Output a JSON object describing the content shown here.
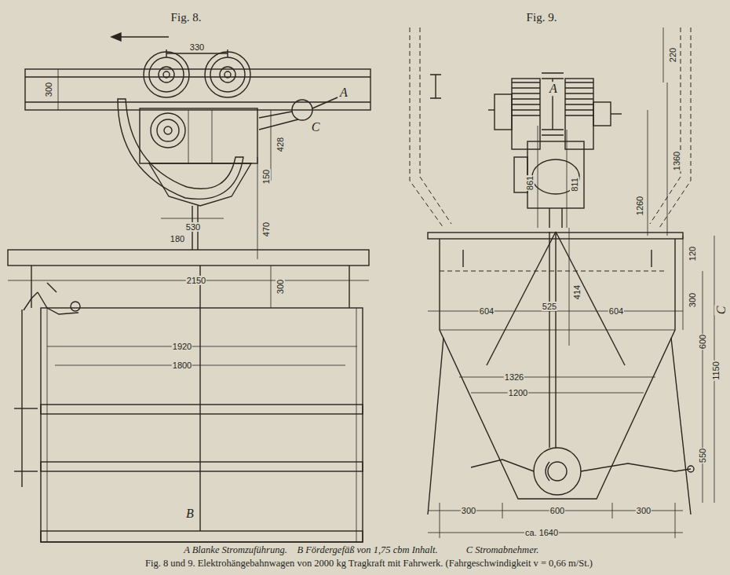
{
  "diagram": {
    "caption": "Fig. 8 und 9. Elektrohängebahnwagen von 2000 kg Tragkraft mit Fahrwerk. (Fahrgeschwindigkeit v = 0,66 m/St.)",
    "labels": [
      "Fig. 8.",
      "Fig. 9.",
      "330",
      "300",
      "A",
      "C",
      "428",
      "150",
      "470",
      "530",
      "180",
      "2150",
      "300",
      "1920",
      "1800",
      "B",
      "220",
      "1360",
      "A",
      "861",
      "811",
      "1260",
      "414",
      "120",
      "525",
      "604",
      "604",
      "1326",
      "1200",
      "300",
      "600",
      "1150",
      "550",
      "300",
      "600",
      "300",
      "ca. 1640",
      "C",
      "A Blanke Stromzuführung.",
      "B Fördergefäß von 1,75 cbm Inhalt.",
      "C Stromabnehmer."
    ]
  }
}
